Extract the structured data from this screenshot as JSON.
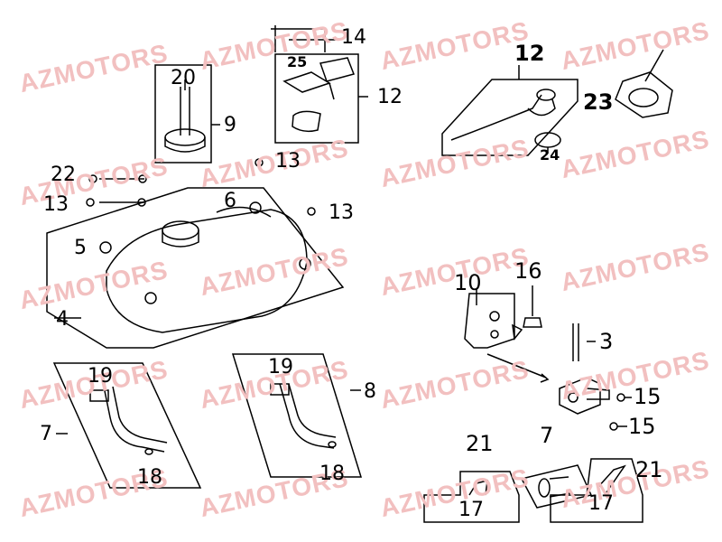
{
  "watermark": "AZMOTORS",
  "colors": {
    "line": "#000000",
    "watermark": "#f2c0c0",
    "background": "#ffffff"
  },
  "labels": {
    "l1": "14",
    "l2": "25",
    "l3": "12",
    "l4": "20",
    "l5": "9",
    "l6": "13",
    "l7": "22",
    "l8": "13",
    "l9": "6",
    "l10": "13",
    "l11": "5",
    "l12": "4",
    "l13": "12",
    "l14": "23",
    "l15": "24",
    "l16": "10",
    "l17": "16",
    "l18": "3",
    "l19": "19",
    "l20": "7",
    "l21": "18",
    "l22": "19",
    "l23": "8",
    "l24": "18",
    "l25": "15",
    "l26": "15",
    "l27": "21",
    "l28": "7",
    "l29": "21",
    "l30": "17",
    "l31": "17"
  }
}
